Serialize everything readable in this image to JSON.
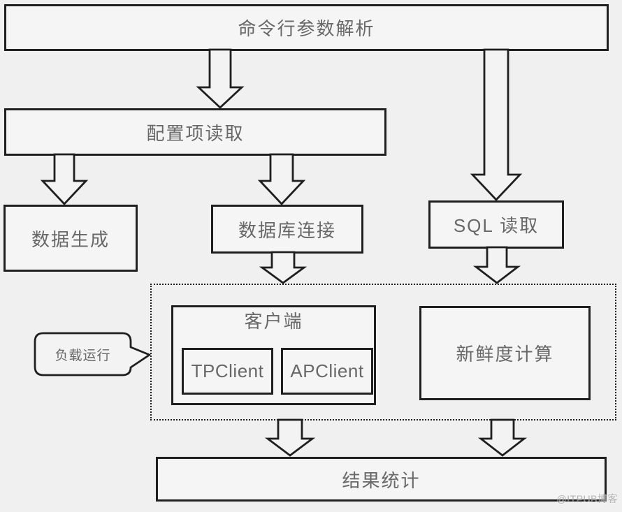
{
  "diagram": {
    "nodes": {
      "cmdline_parse": {
        "label": "命令行参数解析"
      },
      "config_read": {
        "label": "配置项读取"
      },
      "data_generate": {
        "label": "数据生成"
      },
      "db_connect": {
        "label": "数据库连接"
      },
      "sql_read": {
        "label": "SQL 读取"
      },
      "client_group": {
        "label": "客户端"
      },
      "tp_client": {
        "label": "TPClient"
      },
      "ap_client": {
        "label": "APClient"
      },
      "freshness_calc": {
        "label": "新鲜度计算"
      },
      "result_stats": {
        "label": "结果统计"
      }
    },
    "callout": {
      "label": "负载运行"
    },
    "edges": [
      {
        "from": "cmdline_parse",
        "to": "config_read"
      },
      {
        "from": "cmdline_parse",
        "to": "sql_read"
      },
      {
        "from": "config_read",
        "to": "data_generate"
      },
      {
        "from": "config_read",
        "to": "db_connect"
      },
      {
        "from": "db_connect",
        "to": "load_run_group"
      },
      {
        "from": "sql_read",
        "to": "load_run_group"
      },
      {
        "from": "load_run_group",
        "to": "result_stats"
      },
      {
        "from": "load_run_group",
        "to": "result_stats"
      }
    ],
    "colors": {
      "background": "#f0f0f0",
      "box_fill": "#f5f5f5",
      "border": "#1f1f1f",
      "text": "#686868",
      "watermark": "#9c9c9c"
    }
  },
  "watermark": {
    "text": "@ITPUB博客"
  }
}
